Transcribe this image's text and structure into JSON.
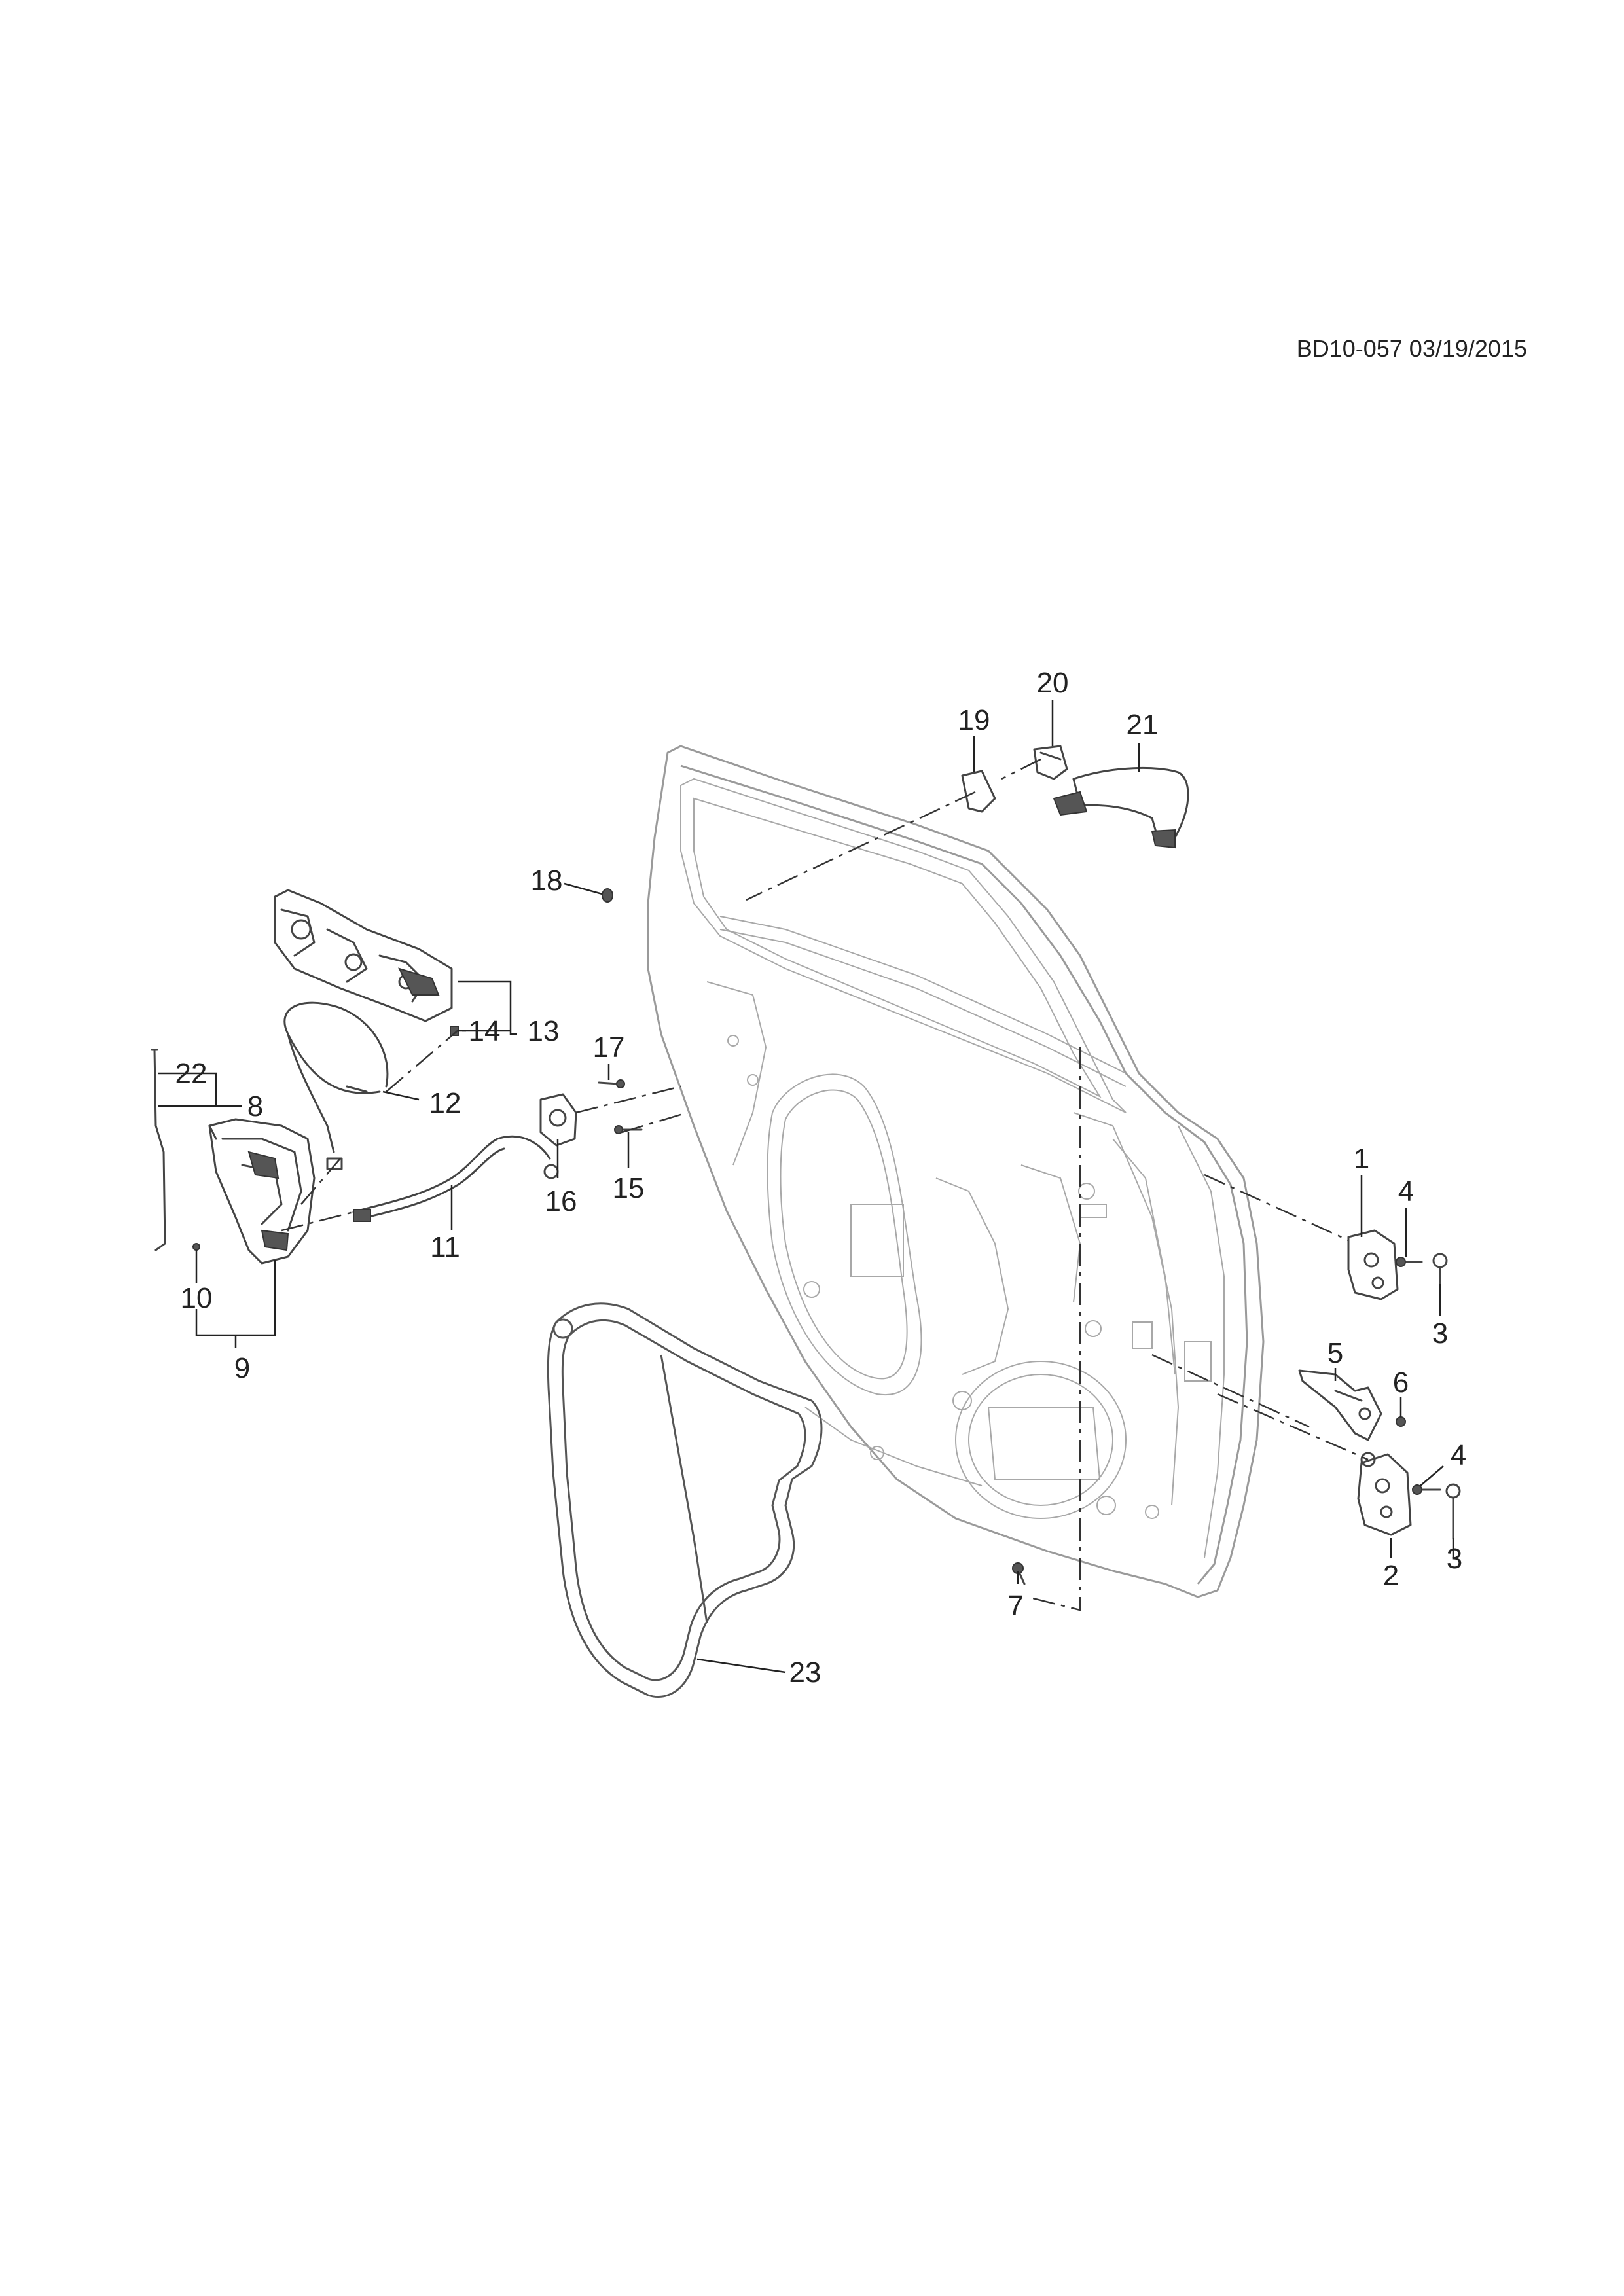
{
  "document": {
    "drawing_id": "BD10-057 03/19/2015"
  },
  "callouts": {
    "c1": "1",
    "c2": "2",
    "c3a": "3",
    "c3b": "3",
    "c4a": "4",
    "c4b": "4",
    "c5": "5",
    "c6": "6",
    "c7": "7",
    "c8": "8",
    "c9": "9",
    "c10": "10",
    "c11": "11",
    "c12": "12",
    "c13": "13",
    "c14": "14",
    "c15": "15",
    "c16": "16",
    "c17": "17",
    "c18": "18",
    "c19": "19",
    "c20": "20",
    "c21": "21",
    "c22": "22",
    "c23": "23"
  }
}
